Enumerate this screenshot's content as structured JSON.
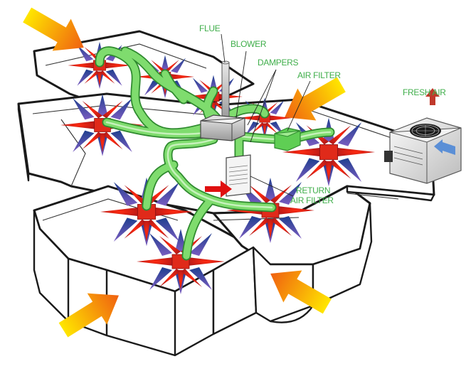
{
  "labels": {
    "flue": "FLUE",
    "blower": "BLOWER",
    "dampers": "DAMPERS",
    "air_filter": "AIR FILTER",
    "fresh_air": "FRESH AIR",
    "return_line1": "RETURN",
    "return_line2": "AIR FILTER"
  },
  "colors": {
    "duct": "#7fdc6e",
    "duct_stroke": "#2f8a2f",
    "label": "#3fae4a",
    "diffuser_red": "#e02a1a",
    "diffuser_blue": "#1f3f8f",
    "arrow_orange": "#f07a10",
    "arrow_yellow": "#ffe600",
    "return_arrow": "#e01010",
    "fresh_air_arrow": "#c0392b",
    "intake_arrow": "#5b8fd6"
  },
  "icons": {
    "diffuser": "room-air-diffuser-icon",
    "heat_gain": "solar-heat-gain-arrow-icon",
    "fan": "condenser-fan-icon"
  }
}
